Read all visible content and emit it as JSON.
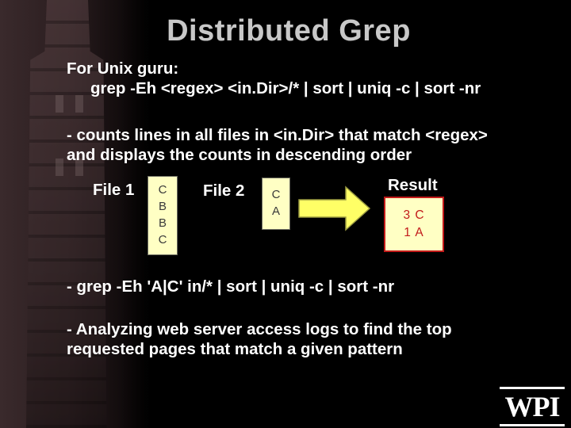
{
  "slide": {
    "title": "Distributed Grep",
    "intro_line1": "For Unix guru:",
    "intro_line2": "grep -Eh <regex> <in.Dir>/* | sort | uniq -c | sort -nr",
    "desc_line1": "- counts lines in all files in <in.Dir> that match <regex>",
    "desc_line2": "and displays the counts in descending order",
    "example_command": "- grep -Eh 'A|C' in/* | sort | uniq -c | sort -nr",
    "analysis_line1": "- Analyzing web server access logs to find the top",
    "analysis_line2": "requested pages that match a given pattern"
  },
  "diagram": {
    "file1": {
      "label": "File 1",
      "lines": [
        "C",
        "B",
        "B",
        "C"
      ]
    },
    "file2": {
      "label": "File 2",
      "lines": [
        "C",
        "A"
      ]
    },
    "result": {
      "label": "Result",
      "lines": [
        "3 C",
        "1 A"
      ]
    },
    "arrow_color": "#ffff66",
    "box_fill": "#ffffc4",
    "result_border_color": "#c21a1a"
  },
  "logo": {
    "text": "WPI"
  }
}
